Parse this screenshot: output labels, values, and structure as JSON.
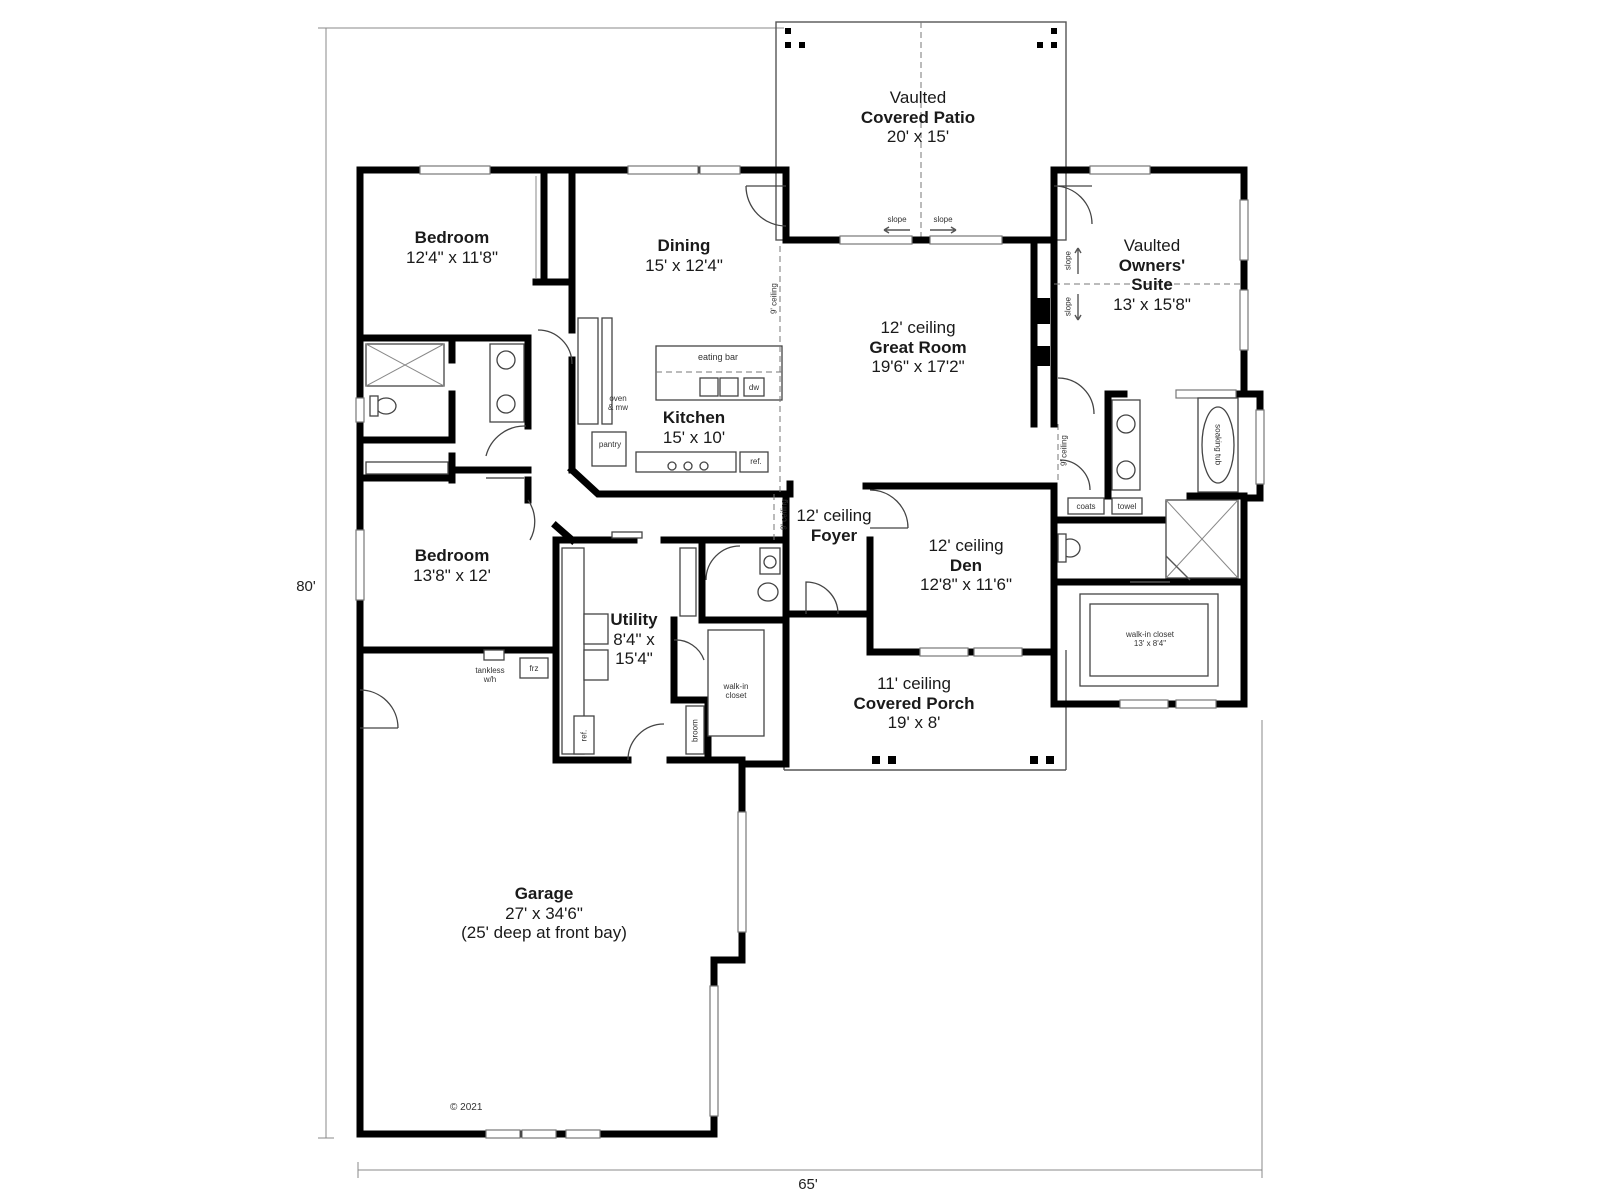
{
  "rooms": {
    "patio": {
      "line1": "Vaulted",
      "name": "Covered Patio",
      "size": "20' x 15'"
    },
    "bedroom1": {
      "name": "Bedroom",
      "size": "12'4\" x 11'8\""
    },
    "dining": {
      "name": "Dining",
      "size": "15' x 12'4\""
    },
    "great_room": {
      "line1": "12' ceiling",
      "name": "Great Room",
      "size": "19'6\" x 17'2\""
    },
    "owners_suite": {
      "line1": "Vaulted",
      "name_a": "Owners'",
      "name_b": "Suite",
      "size": "13' x 15'8\""
    },
    "kitchen": {
      "name": "Kitchen",
      "size": "15' x 10'"
    },
    "foyer": {
      "line1": "12' ceiling",
      "name": "Foyer"
    },
    "bedroom2": {
      "name": "Bedroom",
      "size": "13'8\" x 12'"
    },
    "utility": {
      "name": "Utility",
      "size_a": "8'4\" x",
      "size_b": "15'4\""
    },
    "den": {
      "line1": "12' ceiling",
      "name": "Den",
      "size": "12'8\" x 11'6\""
    },
    "porch": {
      "line1": "11' ceiling",
      "name": "Covered Porch",
      "size": "19' x 8'"
    },
    "garage": {
      "name": "Garage",
      "size": "27' x 34'6\"",
      "note": "(25' deep at front bay)"
    }
  },
  "small_labels": {
    "eating_bar": "eating bar",
    "dw": "dw",
    "oven_a": "oven",
    "oven_b": "& mw",
    "pantry": "pantry",
    "ref": "ref.",
    "ceiling_9_a": "9' ceiling",
    "ceiling_9_b": "9' ceiling",
    "ceiling_9_c": "9' ceiling",
    "slope_a": "slope",
    "slope_b": "slope",
    "slope_c": "slope",
    "slope_d": "slope",
    "soaking_tub": "soaking tub",
    "coats": "coats",
    "towel": "towel",
    "walkin_master_a": "walk-in closet",
    "walkin_master_b": "13' x 8'4\"",
    "walkin_a": "walk-in",
    "walkin_b": "closet",
    "broom": "broom",
    "ref_util": "ref.",
    "tankless_a": "tankless",
    "tankless_b": "w/h",
    "frz": "frz"
  },
  "dimensions": {
    "width": "65'",
    "depth": "80'"
  },
  "copyright": "© 2021"
}
